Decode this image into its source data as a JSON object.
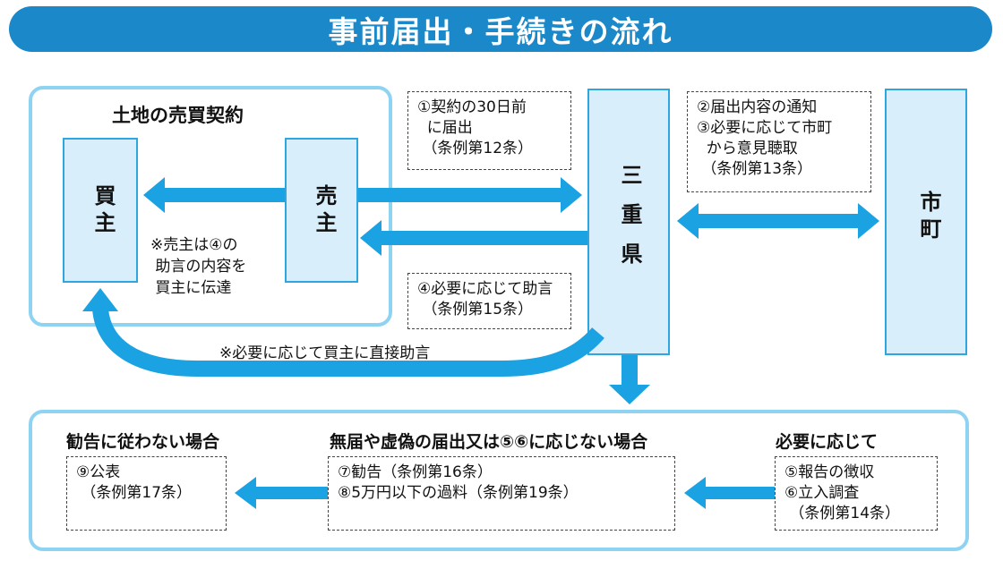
{
  "title": "事前届出・手続きの流れ",
  "contract": {
    "heading": "土地の売買契約",
    "buyer": "買主",
    "seller": "売主",
    "note": "※売主は④の\n 助言の内容を\n 買主に伝達"
  },
  "prefecture": "三重県",
  "municipality": "市町",
  "notes": {
    "notify": "①契約の30日前\n  に届出\n （条例第12条）",
    "advice": "④必要に応じて助言\n （条例第15条）",
    "city": "②届出内容の通知\n③必要に応じて市町\n  から意見聴取\n （条例第13条）",
    "direct_advice": "※必要に応じて買主に直接助言"
  },
  "steps": {
    "left": {
      "heading": "勧告に従わない場合",
      "text": "⑨公表\n （条例第17条）"
    },
    "middle": {
      "heading": "無届や虚偽の届出又は⑤⑥に応じない場合",
      "text": "⑦勧告（条例第16条）\n⑧5万円以下の過料（条例第19条）"
    },
    "right": {
      "heading": "必要に応じて",
      "text": "⑤報告の徴収\n⑥立入調査\n （条例第14条）"
    }
  },
  "colors": {
    "banner": "#1b88c9",
    "arrow": "#1aa2e2",
    "panel_border": "#8fd3f2",
    "entity_fill": "#d9eefb"
  }
}
